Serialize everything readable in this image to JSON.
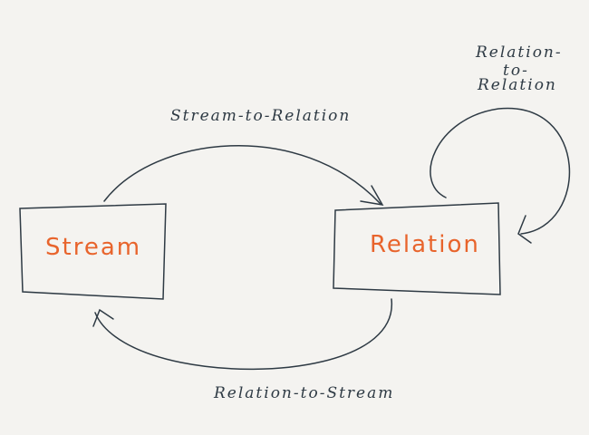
{
  "nodes": {
    "stream": "Stream",
    "relation": "Relation"
  },
  "edges": {
    "s2r": "Stream-to-Relation",
    "r2s": "Relation-to-Stream",
    "r2r": [
      "Relation-",
      "to-",
      "Relation"
    ]
  },
  "colors": {
    "stroke": "#2e3a44",
    "node_text": "#e8642c",
    "background": "#f4f3f0"
  }
}
